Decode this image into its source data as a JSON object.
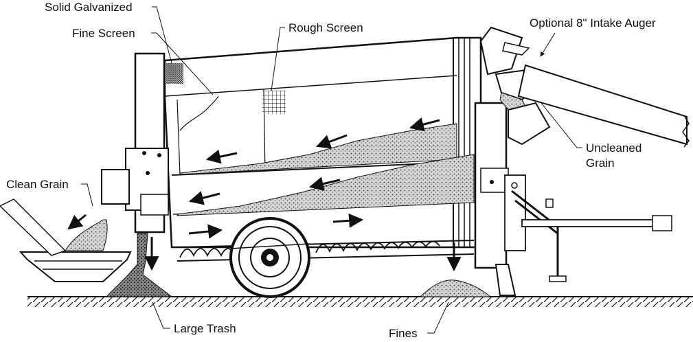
{
  "labels": {
    "solid_galvanized": "Solid Galvanized",
    "fine_screen": "Fine Screen",
    "rough_screen": "Rough Screen",
    "intake_auger": "Optional 8\" Intake Auger",
    "uncleaned_grain_line1": "Uncleaned",
    "uncleaned_grain_line2": "Grain",
    "clean_grain": "Clean Grain",
    "large_trash": "Large Trash",
    "fines": "Fines"
  },
  "colors": {
    "ink": "#111111",
    "background": "#ffffff",
    "grain_fill": "#bdbdbd",
    "trash_fill": "#6e6e6e"
  },
  "icons": [
    "flow-arrow-icon",
    "screen-mesh-icon",
    "wheel-icon"
  ]
}
